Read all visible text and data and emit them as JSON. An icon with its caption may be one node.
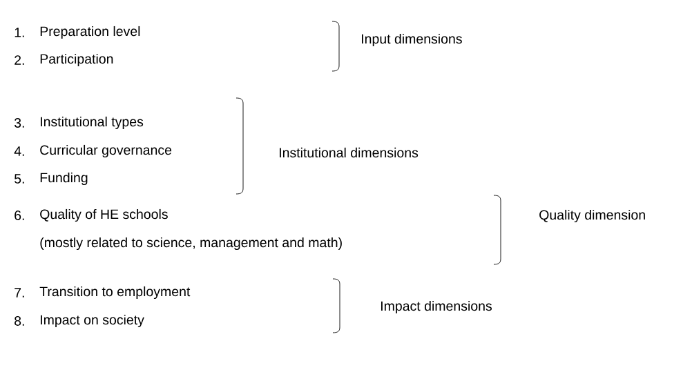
{
  "diagram": {
    "labels": [
      "1.",
      "Preparation level",
      "Input dimensions",
      "2.",
      "Participation",
      "3.",
      "Institutional types",
      "4.",
      "Curricular governance",
      "Institutional dimensions",
      "5.",
      "Funding",
      "6.",
      "Quality of HE schools",
      "Quality dimension",
      "(mostly related to science, management and math)",
      "7.",
      "Transition to employment",
      "Impact dimensions",
      "8.",
      "Impact on society"
    ]
  }
}
